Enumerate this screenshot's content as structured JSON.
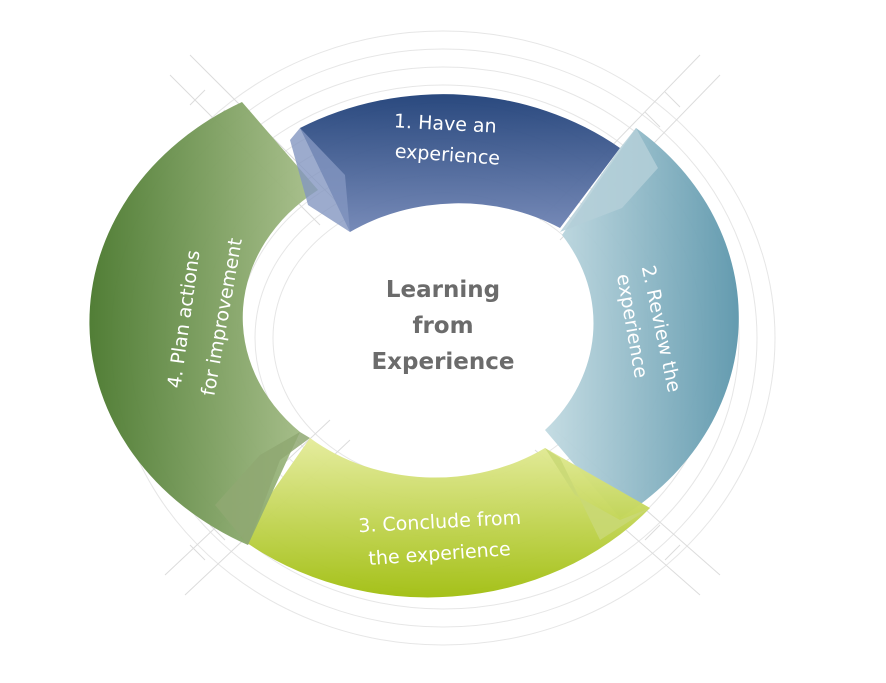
{
  "center": {
    "line1": "Learning",
    "line2": "from",
    "line3": "Experience"
  },
  "stages": [
    {
      "id": "have",
      "lines": [
        "1. Have an",
        "experience"
      ],
      "color_dark": "#23437a",
      "color_light": "#6f84b4"
    },
    {
      "id": "review",
      "lines": [
        "2. Review the",
        "experience"
      ],
      "color_dark": "#6fa3b5",
      "color_light": "#bdd6de"
    },
    {
      "id": "conclude",
      "lines": [
        "3. Conclude from",
        "the experience"
      ],
      "color_dark": "#a6c21a",
      "color_light": "#e3ea95"
    },
    {
      "id": "plan",
      "lines": [
        "4. Plan actions",
        "for improvement"
      ],
      "color_dark": "#4f7d34",
      "color_light": "#a3bb86"
    }
  ]
}
